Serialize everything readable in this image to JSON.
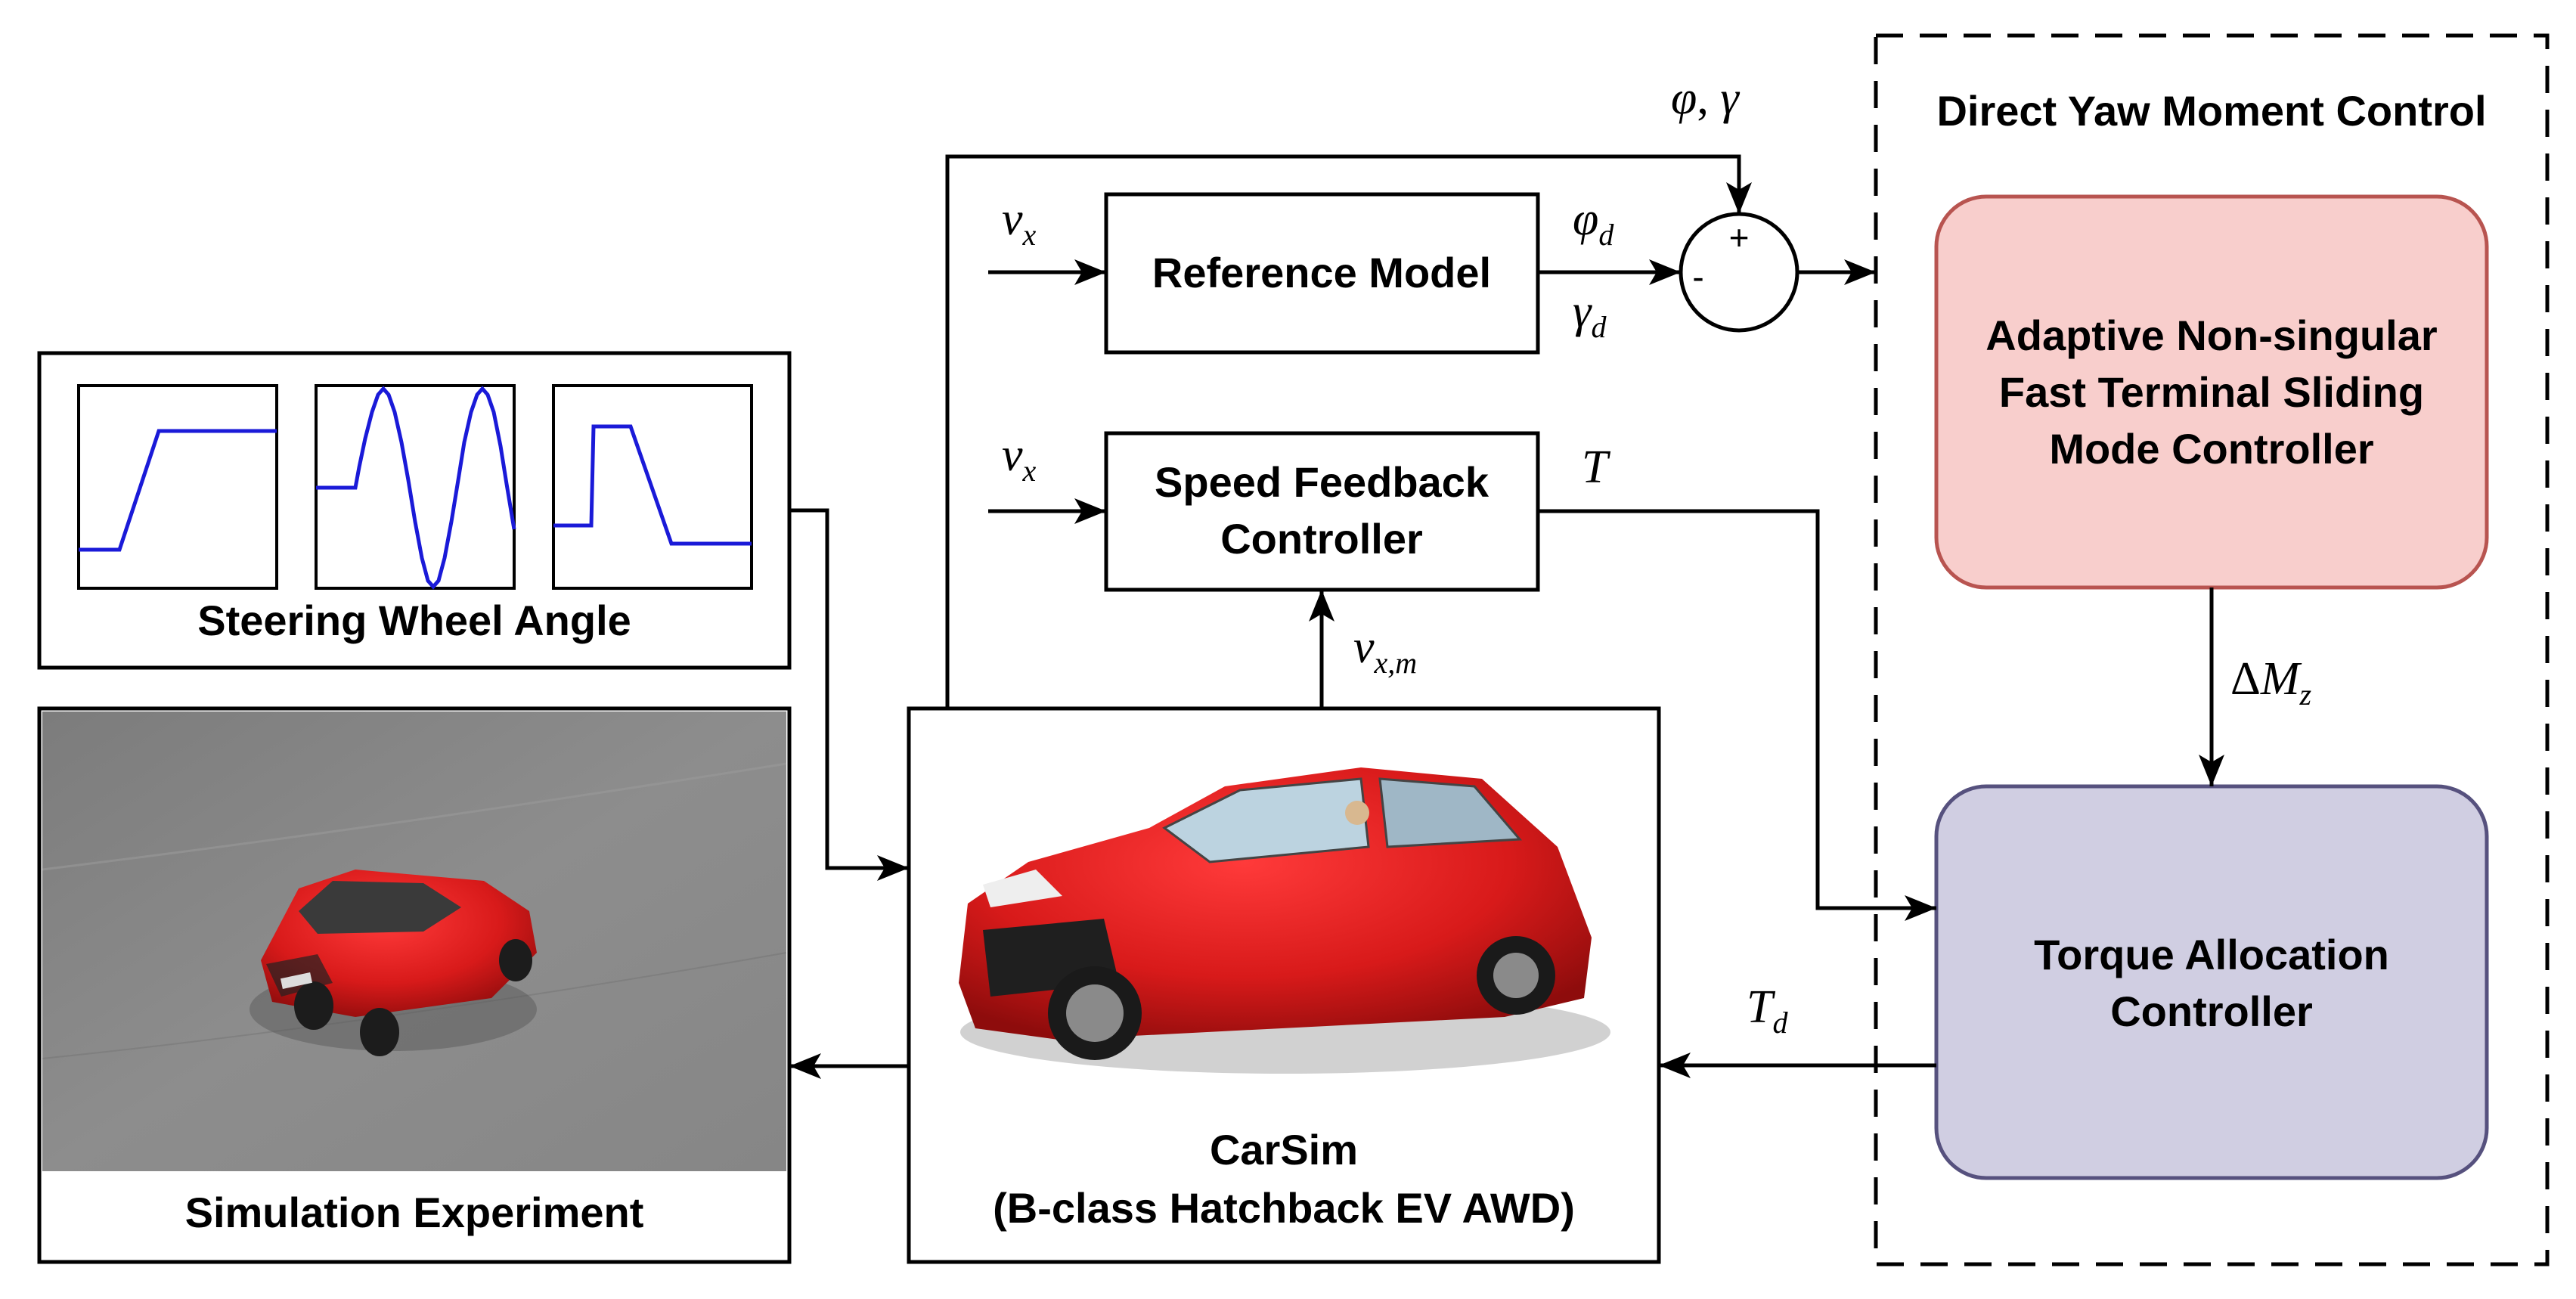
{
  "blocks": {
    "steering": "Steering Wheel Angle",
    "simulation": "Simulation Experiment",
    "carsim_line1": "CarSim",
    "carsim_line2": "(B-class Hatchback EV AWD)",
    "reference_model": "Reference Model",
    "speed_feedback_line1": "Speed Feedback",
    "speed_feedback_line2": "Controller",
    "dyc_title": "Direct Yaw Moment Control",
    "anfts_line1": "Adaptive Non-singular",
    "anfts_line2": "Fast Terminal Sliding",
    "anfts_line3": "Mode Controller",
    "torque_line1": "Torque Allocation",
    "torque_line2": "Controller"
  },
  "signals": {
    "phi": "φ",
    "gamma": "γ",
    "comma": ", ",
    "v": "v",
    "x": "x",
    "xm": "x,m",
    "d": "d",
    "T": "T",
    "delta": "Δ",
    "M": "M",
    "z": "z",
    "plus": "+",
    "minus": "-"
  },
  "colors": {
    "anfts_fill": "#f8cecc",
    "anfts_stroke": "#b85450",
    "torque_fill": "#d0cee2",
    "torque_stroke": "#56517e",
    "signal_blue": "#1a1ad8",
    "car_red": "#d81a1a"
  }
}
